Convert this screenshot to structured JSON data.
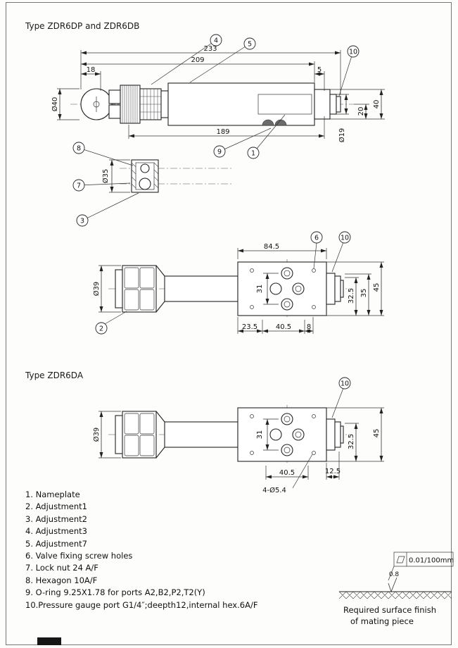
{
  "titles": {
    "top": "Type ZDR6DP and ZDR6DB",
    "bottom": "Type ZDR6DA"
  },
  "side_view": {
    "dim_233": "233",
    "dim_209": "209",
    "dim_18": "18",
    "dim_5": "5",
    "dim_dia40": "Ø40",
    "dim_189": "189",
    "dim_dia19": "Ø19",
    "dim_20": "20",
    "dim_40": "40",
    "callout_4": "4",
    "callout_5": "5",
    "callout_10": "10",
    "callout_9": "9",
    "callout_1": "1"
  },
  "detail_view": {
    "dim_dia35": "Ø35",
    "callout_8": "8",
    "callout_7": "7",
    "callout_3": "3"
  },
  "top_view_db": {
    "dim_845": "84.5",
    "dim_dia39": "Ø39",
    "dim_31": "31",
    "dim_325": "32.5",
    "dim_35": "35",
    "dim_45": "45",
    "dim_235": "23.5",
    "dim_405": "40.5",
    "dim_8": "8",
    "callout_6": "6",
    "callout_10": "10",
    "callout_2": "2"
  },
  "top_view_da": {
    "dim_dia39": "Ø39",
    "dim_31": "31",
    "dim_325": "32.5",
    "dim_45": "45",
    "dim_405": "40.5",
    "dim_125": "12.5",
    "holes_label": "4-Ø5.4",
    "callout_10": "10"
  },
  "legend": {
    "items": [
      "1. Nameplate",
      "2. Adjustment1",
      "3. Adjustment2",
      "4. Adjustment3",
      "5. Adjustment7",
      "6. Valve fixing screw holes",
      "7. Lock nut 24 A/F",
      "8. Hexagon 10A/F",
      "9. O-ring 9.25X1.78 for ports A2,B2,P2,T2(Y)",
      "10.Pressure gauge port G1/4″;deepth12,internal hex.6A/F"
    ]
  },
  "surface_finish": {
    "flatness_value": "0.01/100mm",
    "roughness_value": "0.8",
    "note_line1": "Required surface finish",
    "note_line2": "of mating piece"
  }
}
